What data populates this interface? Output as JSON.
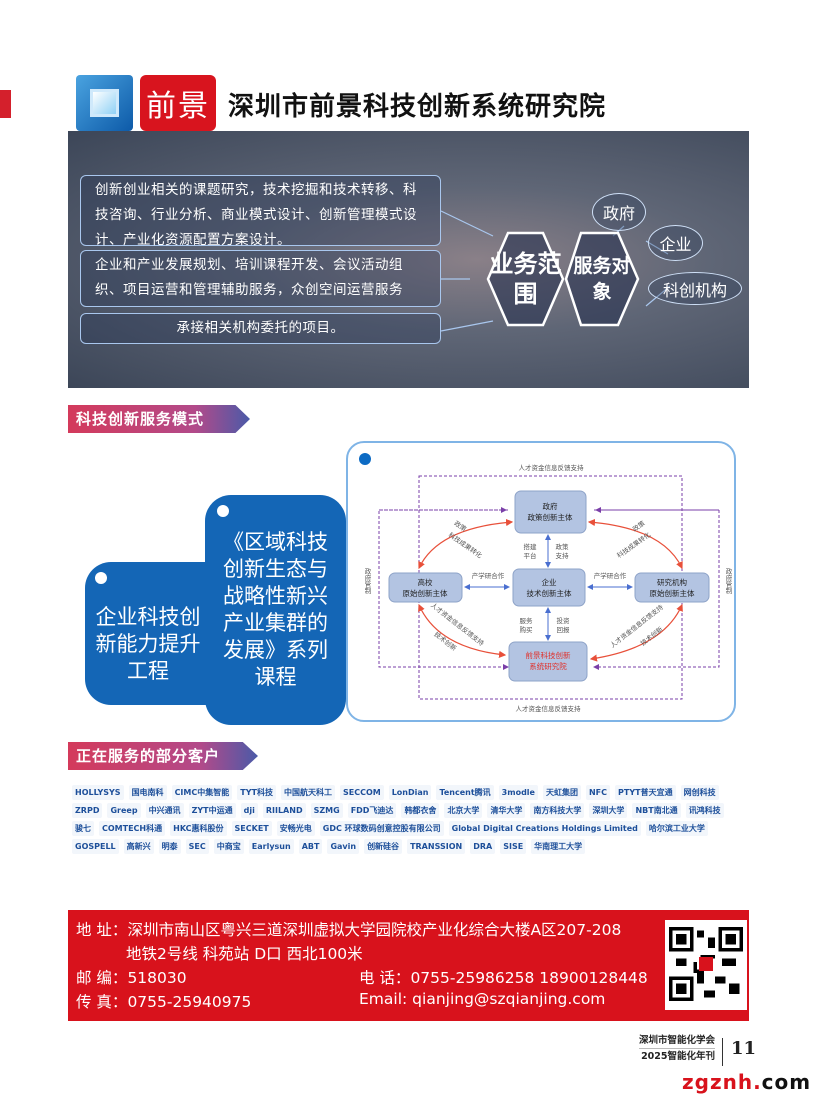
{
  "header": {
    "logo_text": "前景",
    "org_name": "深圳市前景科技创新系统研究院"
  },
  "business": {
    "items": [
      "创新创业相关的课题研究，技术挖掘和技术转移、科技咨询、行业分析、商业模式设计、创新管理模式设计、产业化资源配置方案设计。",
      "企业和产业发展规划、培训课程开发、会议活动组织、项目运营和管理辅助服务，众创空间运营服务",
      "承接相关机构委托的项目。"
    ],
    "scope_label": "业务范围",
    "service_label": "服务对象",
    "targets": [
      "政府",
      "企业",
      "科创机构"
    ]
  },
  "section1": {
    "title": "科技创新服务模式",
    "block_left": "企业科技创新能力提升工程",
    "block_right": "《区域科技创新生态与战略性新兴产业集群的发展》系列课程"
  },
  "diagram": {
    "top_label": "人才资金信息反馈支持",
    "bottom_label": "人才资金信息反馈支持",
    "left_side": "政府管制",
    "right_side": "政府管制",
    "gov": [
      "政府",
      "政策创新主体"
    ],
    "ent": [
      "企业",
      "技术创新主体"
    ],
    "uni": [
      "高校",
      "原始创新主体"
    ],
    "res": [
      "研究机构",
      "原始创新主体"
    ],
    "qj": [
      "前景科技创新",
      "系统研究院"
    ],
    "platform": [
      "搭建",
      "平台"
    ],
    "policy": [
      "政策",
      "支持"
    ],
    "service": [
      "服务",
      "购买"
    ],
    "invest": [
      "投资",
      "回报"
    ],
    "coop_left": "产学研合作",
    "coop_right": "产学研合作",
    "fb_left": "人才资金信息反馈支持",
    "fb_right": "人才资金信息反馈支持",
    "arc_tl": "政策",
    "arc_tl2": "科技成果转化",
    "arc_tr": "政策",
    "arc_tr2": "科技成果转化",
    "arc_bl": "技术创新",
    "arc_br": "技术创新"
  },
  "section2": {
    "title": "正在服务的部分客户",
    "clients": [
      "HOLLYSYS",
      "国电南科",
      "CIMC中集智能",
      "TYT科技",
      "中国航天科工",
      "SECCOM",
      "LonDian",
      "Tencent腾讯",
      "3modle",
      "天虹集团",
      "NFC",
      "PTYT普天宜通",
      "网创科技",
      "ZRPD",
      "Greep",
      "中兴通讯",
      "ZYT中运通",
      "dji",
      "RIILAND",
      "SZMG",
      "FDD飞迪达",
      "韩都衣舍",
      "北京大学",
      "清华大学",
      "南方科技大学",
      "深圳大学",
      "NBT南北通",
      "讯鸿科技",
      "骏七",
      "COMTECH科通",
      "HKC惠科股份",
      "SECKET",
      "安畅光电",
      "GDC 环球数码创意控股有限公司",
      "Global Digital Creations Holdings Limited",
      "哈尔滨工业大学",
      "GOSPELL",
      "高新兴",
      "明泰",
      "SEC",
      "中商宝",
      "Earlysun",
      "ABT",
      "Gavin",
      "创新硅谷",
      "TRANSSION",
      "DRA",
      "SISE",
      "华南理工大学"
    ]
  },
  "footer": {
    "address_label": "地 址：",
    "address": "深圳市南山区粤兴三道深圳虚拟大学园院校产业化综合大楼A区207-208",
    "address2": "地铁2号线 科苑站 D口 西北100米",
    "zip_label": "邮 编：",
    "zip": "518030",
    "tel_label": "电 话：",
    "tel": "0755-25986258  18900128448",
    "fax_label": "传 真：",
    "fax": "0755-25940975",
    "email_label": "Email:",
    "email": "qianjing@szqianjing.com"
  },
  "publication": {
    "society": "深圳市智能化学会",
    "annual": "2025智能化年刊",
    "page": "11",
    "watermark_a": "zgznh.",
    "watermark_b": "com"
  }
}
